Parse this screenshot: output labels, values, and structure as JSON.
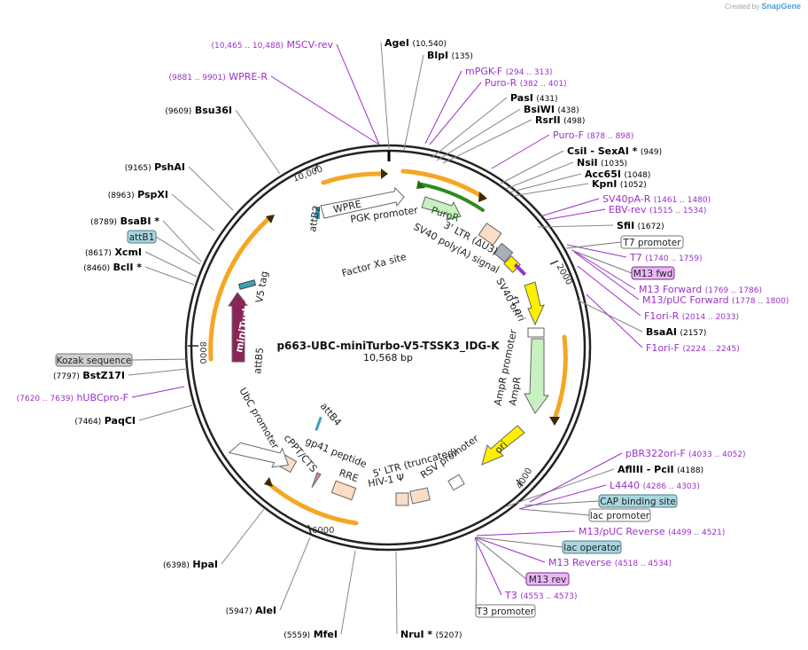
{
  "credit": {
    "created_by": "Created by",
    "brand": "SnapGene"
  },
  "title": "p663-UBC-miniTurbo-V5-TSSK3_IDG-K",
  "length_label": "10,568 bp",
  "total_bp": 10568,
  "ticks": [
    "2000",
    "4000",
    "6000",
    "8000",
    "10,000"
  ],
  "enzymes": [
    {
      "name": "AgeI",
      "pos": "(10,540)"
    },
    {
      "name": "BlpI",
      "pos": "(135)"
    },
    {
      "name": "PasI",
      "pos": "(431)"
    },
    {
      "name": "BsiWI",
      "pos": "(438)"
    },
    {
      "name": "RsrII",
      "pos": "(498)"
    },
    {
      "name": "CsiI  - SexAI *",
      "pos": "(949)"
    },
    {
      "name": "NsiI",
      "pos": "(1035)"
    },
    {
      "name": "Acc65I",
      "pos": "(1048)"
    },
    {
      "name": "KpnI",
      "pos": "(1052)"
    },
    {
      "name": "SfiI",
      "pos": "(1672)"
    },
    {
      "name": "BsaAI",
      "pos": "(2157)"
    },
    {
      "name": "AflIII  - PciI",
      "pos": "(4188)"
    },
    {
      "name": "NruI *",
      "pos": "(5207)"
    },
    {
      "name": "MfeI",
      "pos": "(5559)"
    },
    {
      "name": "AleI",
      "pos": "(5947)"
    },
    {
      "name": "HpaI",
      "pos": "(6398)"
    },
    {
      "name": "PaqCI",
      "pos": "(7464)"
    },
    {
      "name": "BstZ17I",
      "pos": "(7797)"
    },
    {
      "name": "BclI *",
      "pos": "(8460)"
    },
    {
      "name": "XcmI",
      "pos": "(8617)"
    },
    {
      "name": "BsaBI *",
      "pos": "(8789)"
    },
    {
      "name": "PspXI",
      "pos": "(8963)"
    },
    {
      "name": "PshAI",
      "pos": "(9165)"
    },
    {
      "name": "Bsu36I",
      "pos": "(9609)"
    }
  ],
  "primers": [
    {
      "name": "MSCV-rev",
      "pos": "(10,465 .. 10,488)"
    },
    {
      "name": "WPRE-R",
      "pos": "(9881 .. 9901)"
    },
    {
      "name": "mPGK-F",
      "pos": "(294 .. 313)"
    },
    {
      "name": "Puro-R",
      "pos": "(382 .. 401)"
    },
    {
      "name": "Puro-F",
      "pos": "(878 .. 898)"
    },
    {
      "name": "SV40pA-R",
      "pos": "(1461 .. 1480)"
    },
    {
      "name": "EBV-rev",
      "pos": "(1515 .. 1534)"
    },
    {
      "name": "T7",
      "pos": "(1740 .. 1759)"
    },
    {
      "name": "M13 Forward",
      "pos": "(1769 .. 1786)"
    },
    {
      "name": "M13/pUC Forward",
      "pos": "(1778 .. 1800)"
    },
    {
      "name": "F1ori-R",
      "pos": "(2014 .. 2033)"
    },
    {
      "name": "F1ori-F",
      "pos": "(2224 .. 2245)"
    },
    {
      "name": "pBR322ori-F",
      "pos": "(4033 .. 4052)"
    },
    {
      "name": "L4440",
      "pos": "(4286 .. 4303)"
    },
    {
      "name": "M13/pUC Reverse",
      "pos": "(4499 .. 4521)"
    },
    {
      "name": "M13 Reverse",
      "pos": "(4518 .. 4534)"
    },
    {
      "name": "T3",
      "pos": "(4553 .. 4573)"
    },
    {
      "name": "hUBCpro-F",
      "pos": "(7620 .. 7639)"
    }
  ],
  "boxed_labels": [
    {
      "name": "T7 promoter",
      "style": "white"
    },
    {
      "name": "M13 fwd",
      "style": "purple"
    },
    {
      "name": "CAP binding site",
      "style": "teal"
    },
    {
      "name": "lac promoter",
      "style": "white"
    },
    {
      "name": "lac operator",
      "style": "teal"
    },
    {
      "name": "M13 rev",
      "style": "purple"
    },
    {
      "name": "T3 promoter",
      "style": "white"
    },
    {
      "name": "Kozak sequence",
      "style": "grey"
    },
    {
      "name": "attB1",
      "style": "teal"
    }
  ],
  "features": {
    "wpre": "WPRE",
    "pgk": "PGK promoter",
    "puror": "PuroR",
    "ltr3": "3' LTR (ΔU3)",
    "sv40pa": "SV40 poly(A) signal",
    "attb2": "attB2",
    "factor_xa": "Factor Xa site",
    "sv40ori": "SV40 ori",
    "f1ori": "f1 ori",
    "ampr_prom": "AmpR promoter",
    "ampr": "AmpR",
    "ori": "ori",
    "v5": "V5 tag",
    "miniturbo": "miniTurbo",
    "attb5": "attB5",
    "ubc": "UbC promoter",
    "attb4": "attB4",
    "cppt": "cPPT/CTS",
    "gp41": "gp41 peptide",
    "rre": "RRE",
    "hiv": "HIV-1 Ψ",
    "ltr5": "5' LTR (truncated)",
    "rsv": "RSV promoter"
  },
  "colors": {
    "enzyme": "#000000",
    "primer": "#9b30c9",
    "orf_arrow": "#f5a623",
    "puro_arrow": "#2e8b1f",
    "backbone": "#222222"
  }
}
